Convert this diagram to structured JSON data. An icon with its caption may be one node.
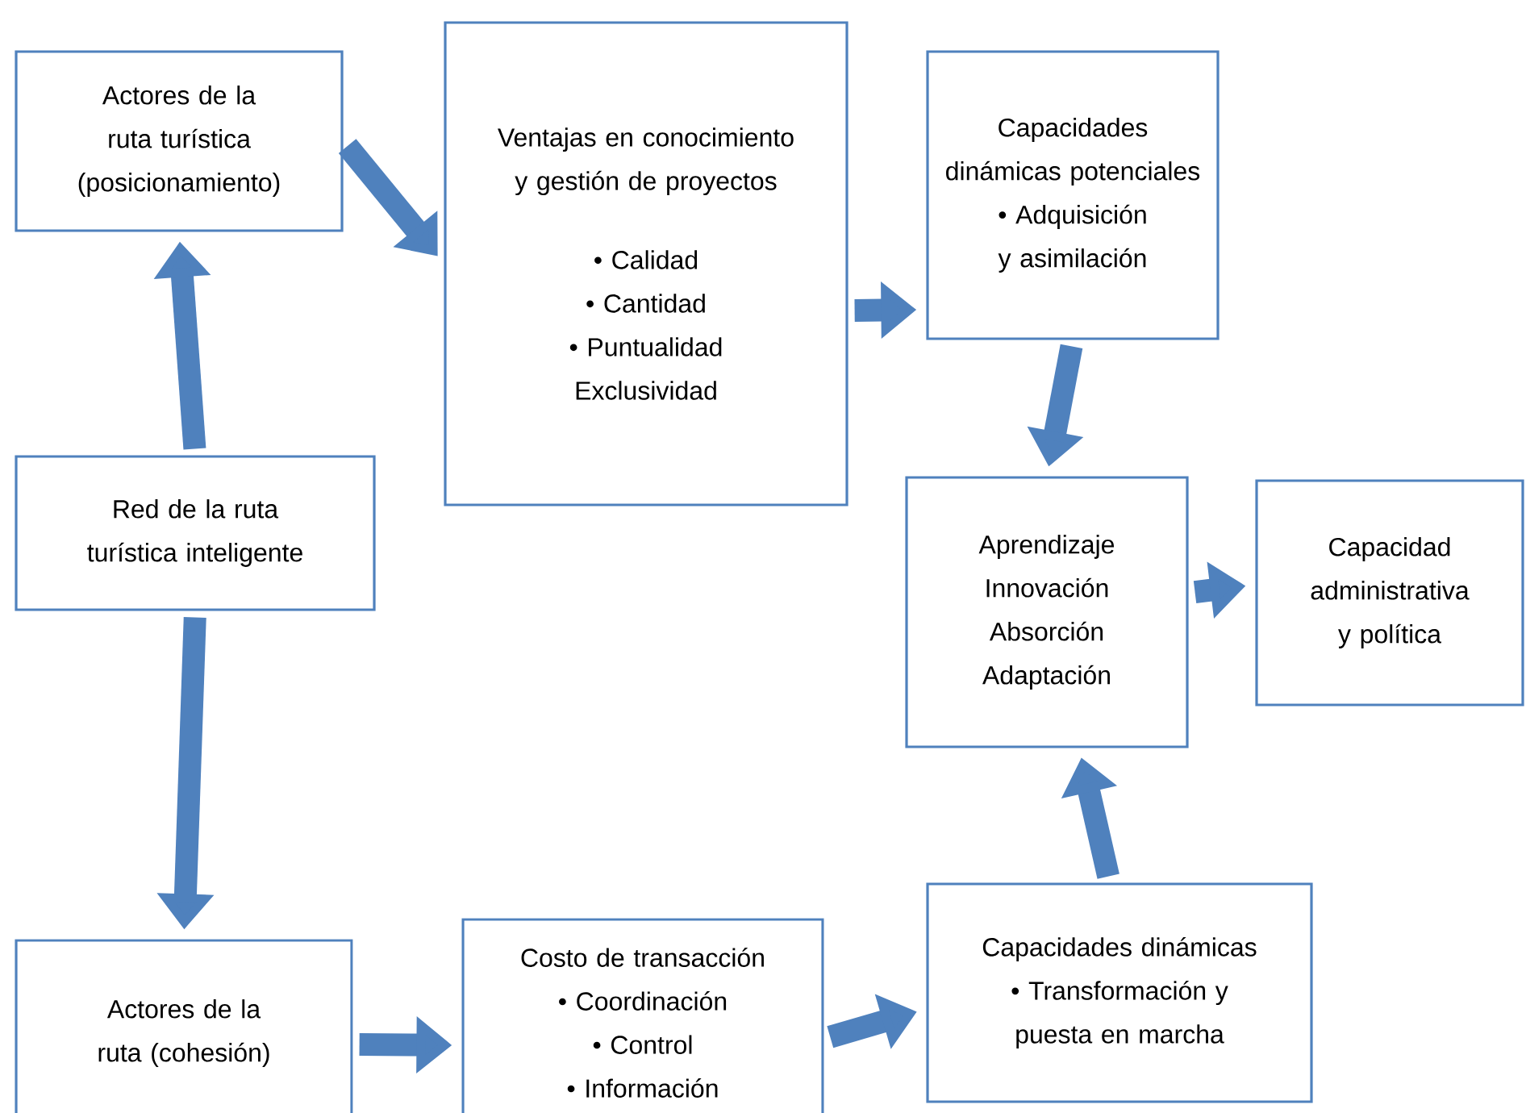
{
  "diagram": {
    "nodes": [
      {
        "text": [
          "Actores de la ruta turística (posicionamiento)"
        ]
      },
      {
        "text": [
          "Ventajas en conocimiento y gestión de proyectos",
          "• Calidad",
          "• Cantidad",
          "• Puntualidad",
          "Exclusividad"
        ]
      },
      {
        "text": [
          "Capacidades dinámicas potenciales",
          "• Adquisición y asimilación"
        ]
      },
      {
        "text": [
          "Red de la ruta turística inteligente"
        ]
      },
      {
        "text": [
          "Aprendizaje",
          "Innovación",
          "Absorción",
          "Adaptación"
        ]
      },
      {
        "text": [
          "Capacidad administrativa y política"
        ]
      },
      {
        "text": [
          "Actores de la ruta (cohesión)"
        ]
      },
      {
        "text": [
          "Costo de transacción",
          "• Coordinación",
          "• Control",
          "• Información"
        ]
      },
      {
        "text": [
          "Capacidades dinámicas",
          "• Transformación y puesta en marcha"
        ]
      }
    ],
    "edges": [
      {
        "from": 0,
        "to": 1,
        "arrow": "to"
      },
      {
        "from": 1,
        "to": 2,
        "arrow": "to"
      },
      {
        "from": 3,
        "to": 0,
        "arrow": "to"
      },
      {
        "from": 3,
        "to": 6,
        "arrow": "to"
      },
      {
        "from": 2,
        "to": 4,
        "arrow": "to"
      },
      {
        "from": 4,
        "to": 5,
        "arrow": "to"
      },
      {
        "from": 6,
        "to": 7,
        "arrow": "to"
      },
      {
        "from": 7,
        "to": 8,
        "arrow": "to"
      },
      {
        "from": 8,
        "to": 4,
        "arrow": "to"
      }
    ]
  }
}
